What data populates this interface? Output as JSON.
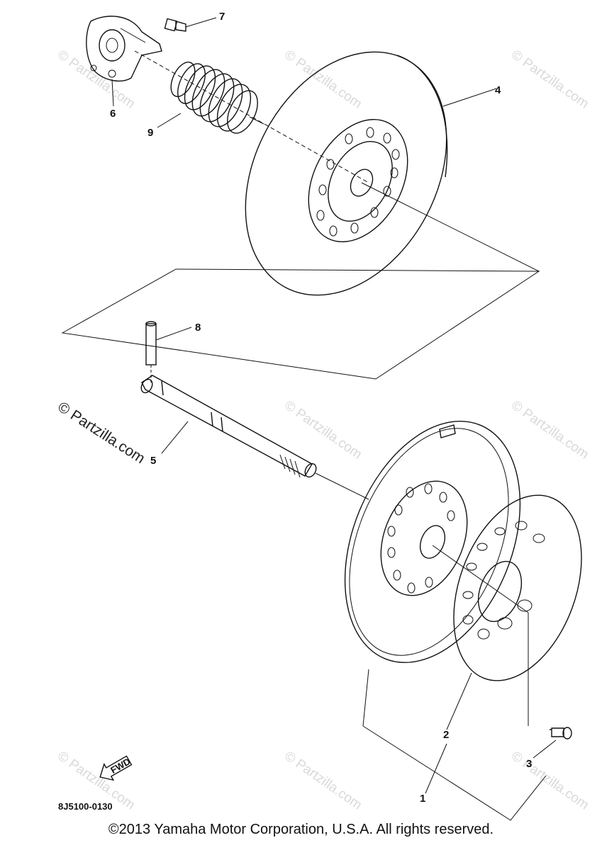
{
  "callouts": {
    "c1": "1",
    "c2": "2",
    "c3": "3",
    "c4": "4",
    "c5": "5",
    "c6": "6",
    "c7": "7",
    "c8": "8",
    "c9": "9"
  },
  "arrow_label": "FWD",
  "diagram_code": "8J5100-0130",
  "watermark": "© Partzilla.com",
  "copyright": "©2013  Yamaha Motor Corporation, U.S.A. All rights reserved."
}
